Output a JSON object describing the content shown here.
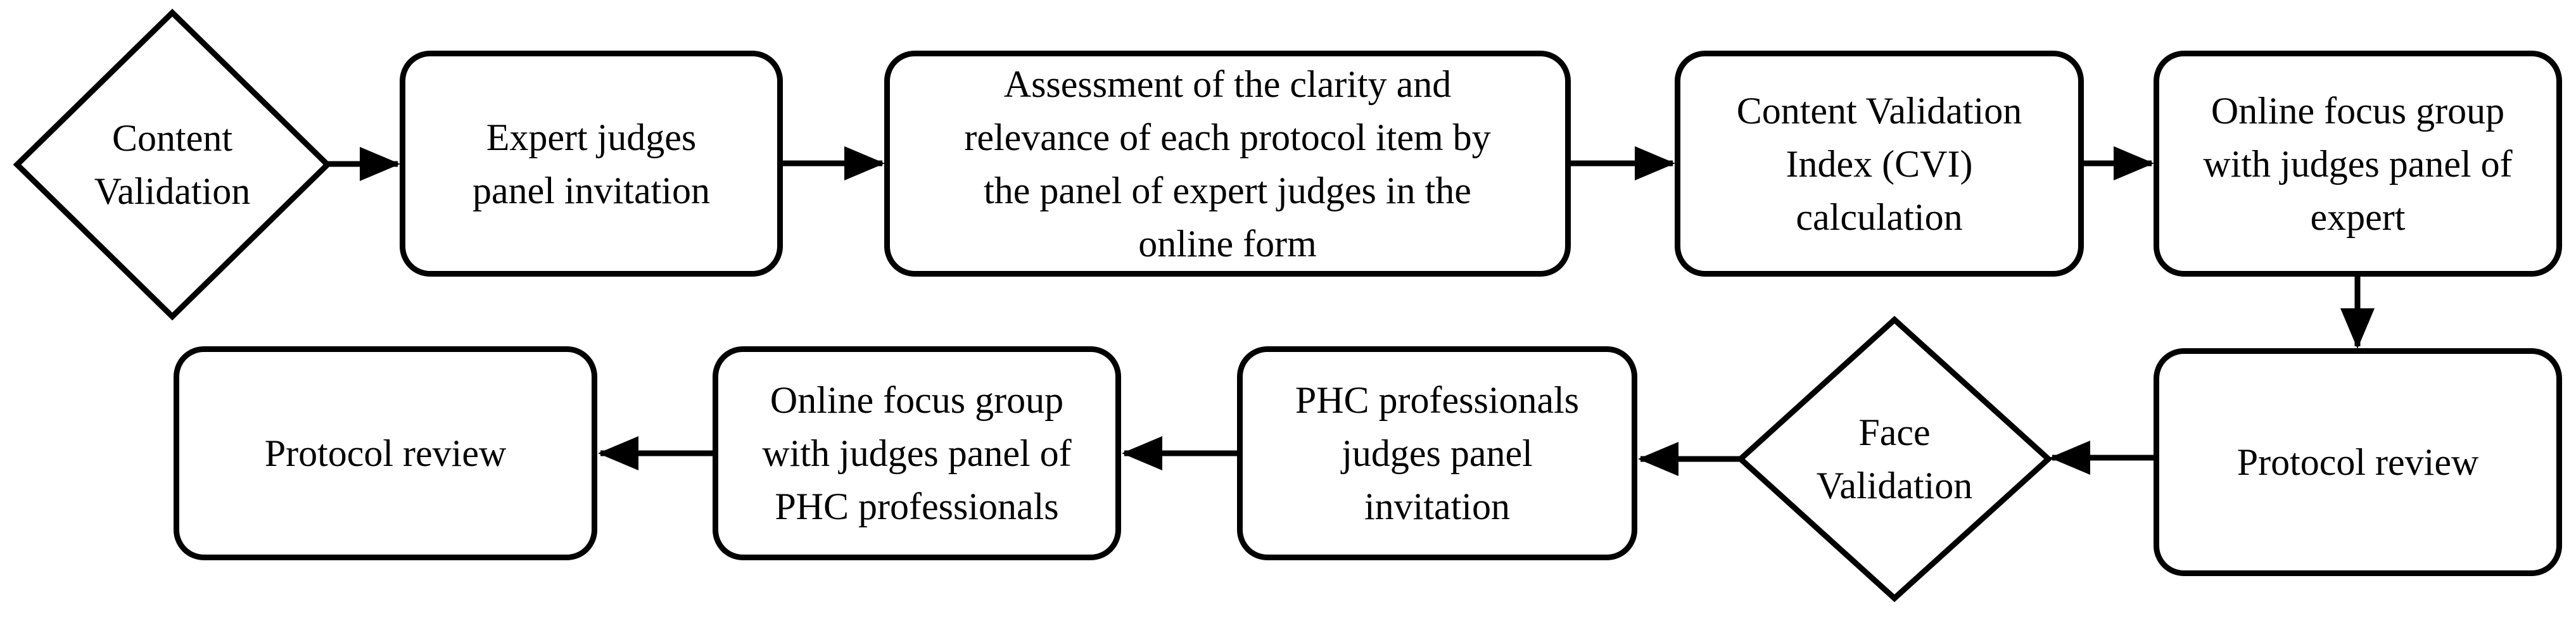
{
  "diagram": {
    "type": "flowchart",
    "background_color": "#ffffff",
    "stroke_color": "#000000",
    "text_color": "#000000",
    "nodes": [
      {
        "id": "content-validation",
        "shape": "diamond",
        "label": "Content\nValidation"
      },
      {
        "id": "expert-judges-panel-invitation",
        "shape": "rounded-rect",
        "label": "Expert judges\npanel invitation"
      },
      {
        "id": "assessment-of-protocol-items",
        "shape": "rounded-rect",
        "label": "Assessment of the clarity and\nrelevance of each protocol item by\nthe panel of expert judges in the\nonline form"
      },
      {
        "id": "cvi-calculation",
        "shape": "rounded-rect",
        "label": "Content Validation\nIndex (CVI)\ncalculation"
      },
      {
        "id": "online-focus-group-expert",
        "shape": "rounded-rect",
        "label": "Online focus group\nwith judges panel of\nexpert"
      },
      {
        "id": "protocol-review-1",
        "shape": "rounded-rect",
        "label": "Protocol review"
      },
      {
        "id": "face-validation",
        "shape": "diamond",
        "label": "Face\nValidation"
      },
      {
        "id": "phc-professionals-panel-invitation",
        "shape": "rounded-rect",
        "label": "PHC professionals\njudges panel\ninvitation"
      },
      {
        "id": "online-focus-group-phc",
        "shape": "rounded-rect",
        "label": "Online focus group\nwith judges panel of\nPHC professionals"
      },
      {
        "id": "protocol-review-2",
        "shape": "rounded-rect",
        "label": "Protocol review"
      }
    ],
    "edges": [
      {
        "from": "content-validation",
        "to": "expert-judges-panel-invitation",
        "direction": "right"
      },
      {
        "from": "expert-judges-panel-invitation",
        "to": "assessment-of-protocol-items",
        "direction": "right"
      },
      {
        "from": "assessment-of-protocol-items",
        "to": "cvi-calculation",
        "direction": "right"
      },
      {
        "from": "cvi-calculation",
        "to": "online-focus-group-expert",
        "direction": "right"
      },
      {
        "from": "online-focus-group-expert",
        "to": "protocol-review-1",
        "direction": "down"
      },
      {
        "from": "protocol-review-1",
        "to": "face-validation",
        "direction": "left"
      },
      {
        "from": "face-validation",
        "to": "phc-professionals-panel-invitation",
        "direction": "left"
      },
      {
        "from": "phc-professionals-panel-invitation",
        "to": "online-focus-group-phc",
        "direction": "left"
      },
      {
        "from": "online-focus-group-phc",
        "to": "protocol-review-2",
        "direction": "left"
      }
    ]
  }
}
